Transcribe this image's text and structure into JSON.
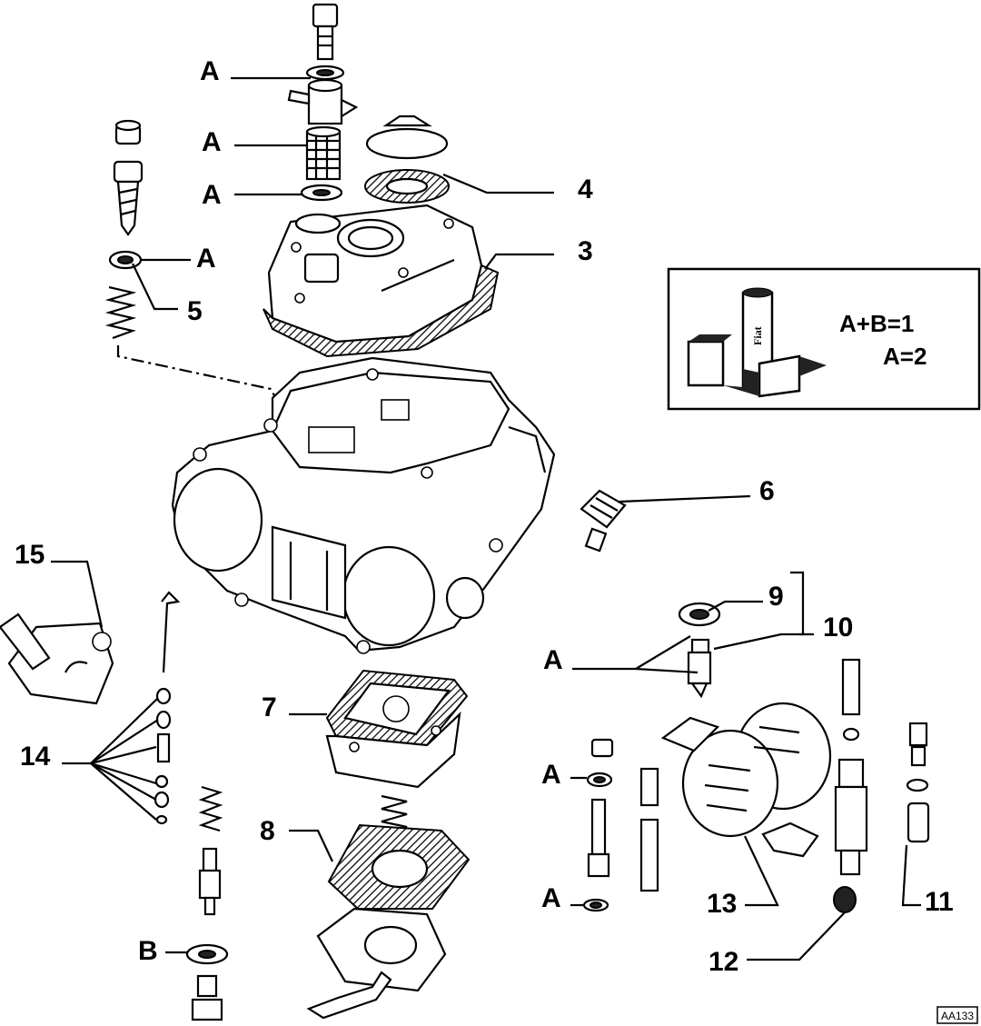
{
  "labels": {
    "A1": "A",
    "A2": "A",
    "A3": "A",
    "A4": "A",
    "n4": "4",
    "n3": "3",
    "n5": "5",
    "n6": "6",
    "n15": "15",
    "n9": "9",
    "n10": "10",
    "A5": "A",
    "n7": "7",
    "n14": "14",
    "A6": "A",
    "n8": "8",
    "A7": "A",
    "n13": "13",
    "n11": "11",
    "B1": "B",
    "n12": "12"
  },
  "legend": {
    "line1": "A+B=1",
    "line2": "A=2",
    "tube_brand": "Fiat"
  },
  "code": "AA133"
}
